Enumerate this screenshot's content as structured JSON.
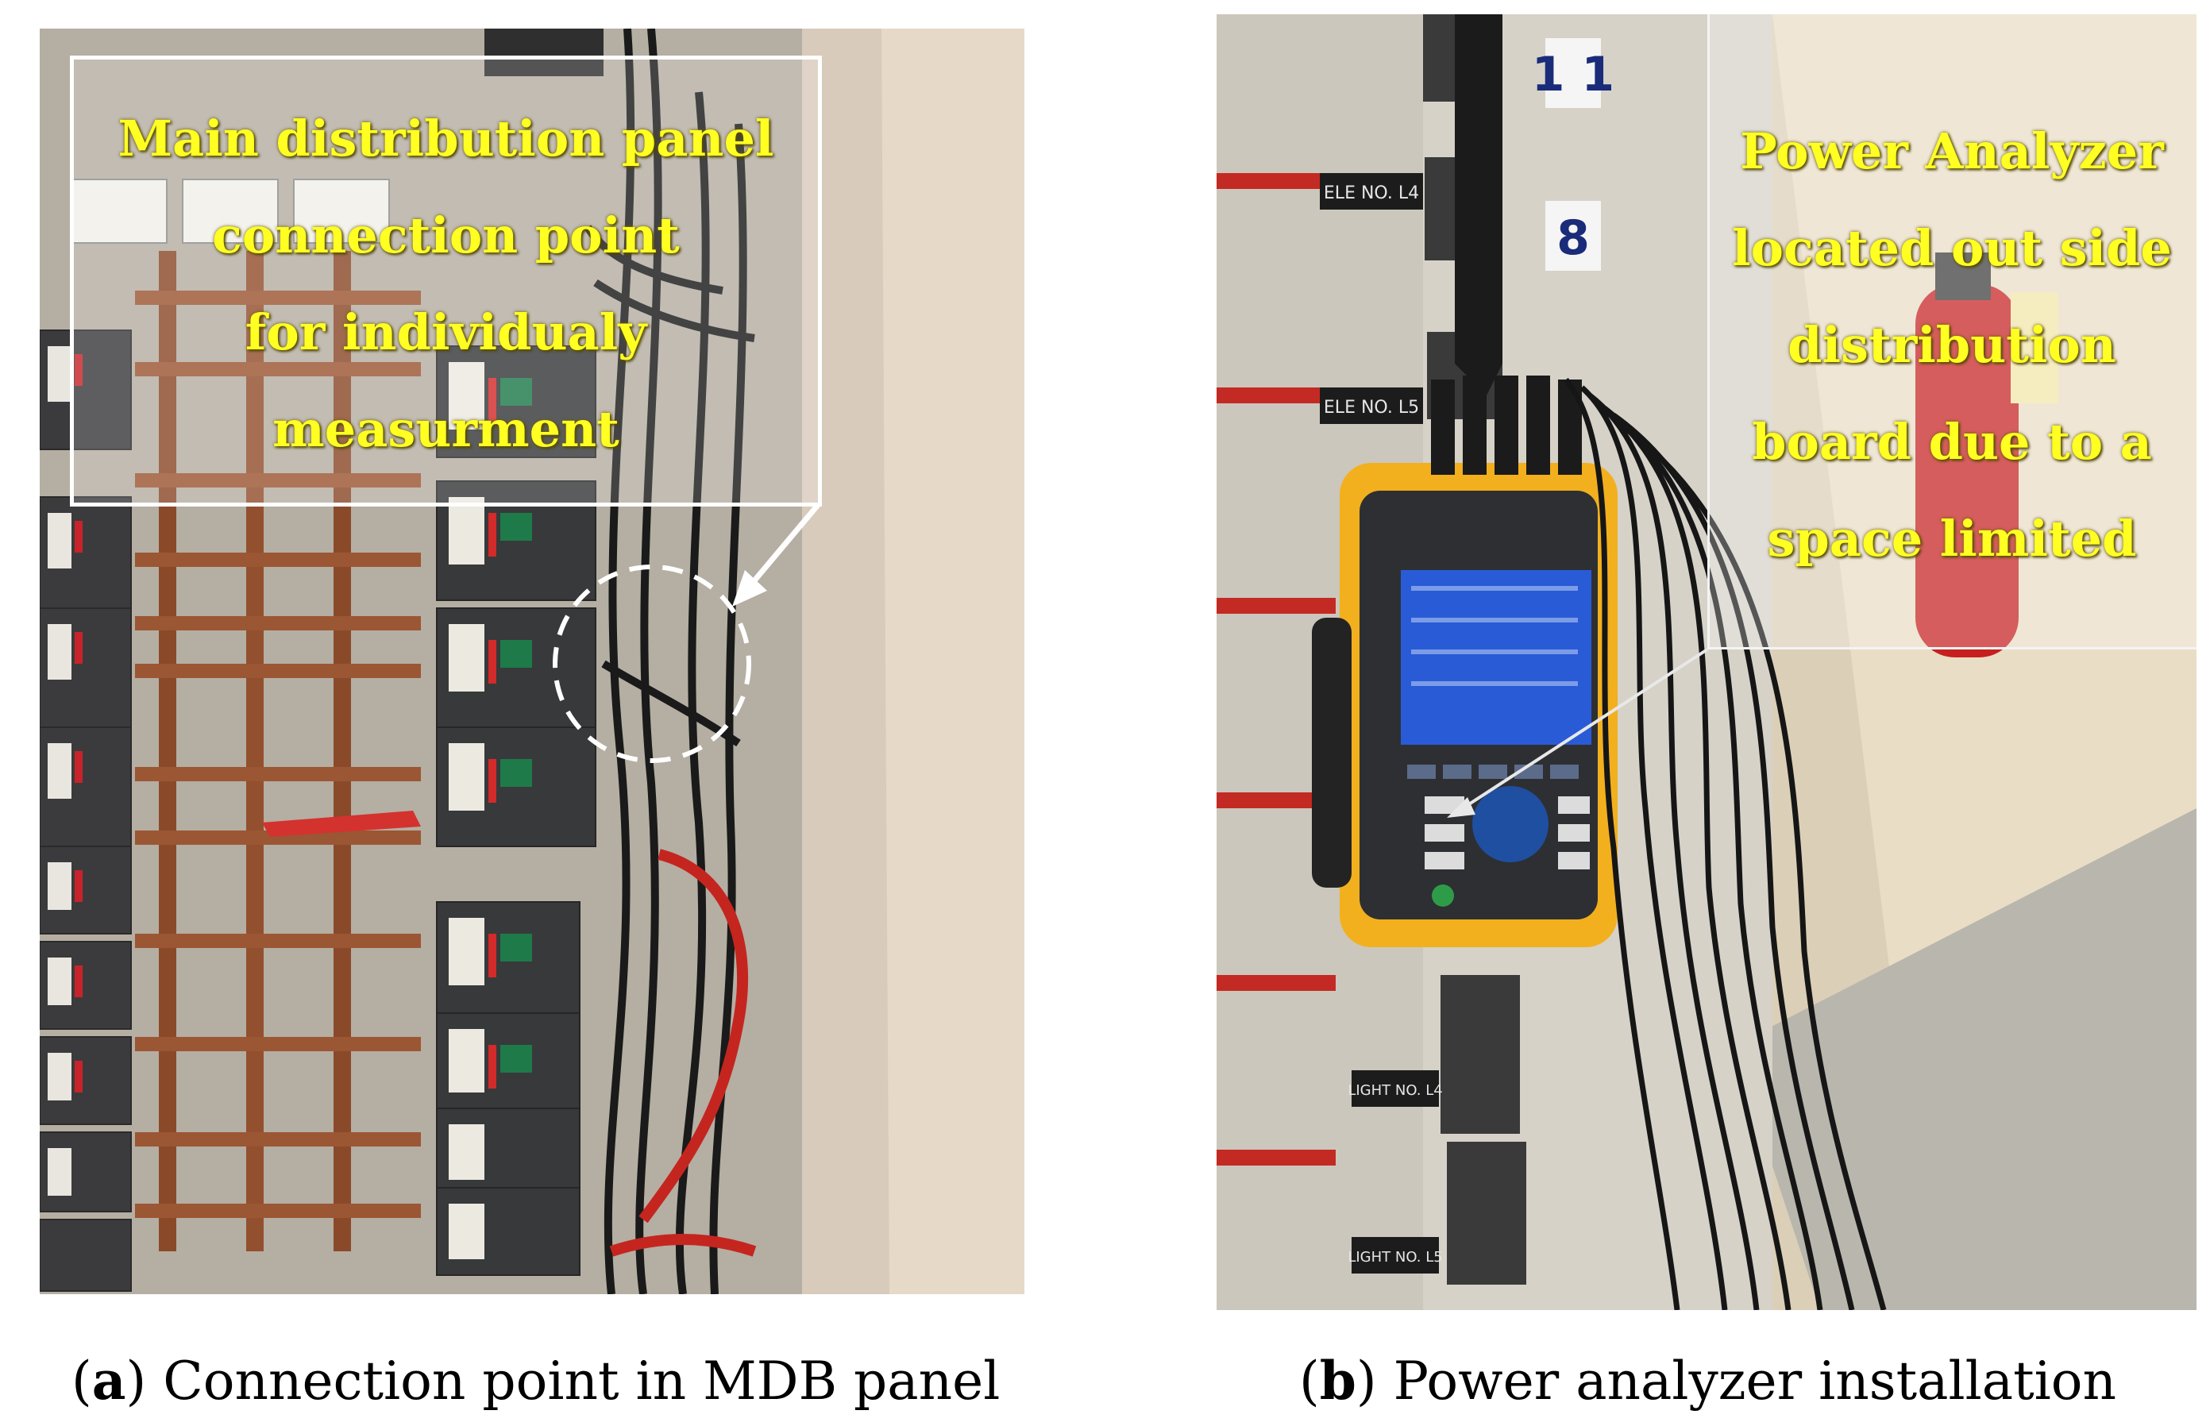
{
  "panel_a": {
    "callout_lines": [
      "Main distribution panel",
      "connection point",
      "for individualy",
      "measurment"
    ],
    "caption_letter": "a",
    "caption_text": "Connection point in MDB panel"
  },
  "panel_b": {
    "callout_lines": [
      "Power Analyzer",
      "located out side",
      "distribution",
      "board due to a",
      "space limited"
    ],
    "caption_letter": "b",
    "caption_text": "Power analyzer installation",
    "slot_numbers": [
      "1 1",
      "8"
    ],
    "labels": [
      "ELE NO. L4",
      "ELE NO. L5",
      "LIGHT NO. L4",
      "LIGHT NO. L5"
    ]
  },
  "colors": {
    "callout_text": "#ffff22",
    "callout_border": "#ffffff",
    "analyzer_body": "#f2b01e",
    "analyzer_screen": "#2a5bd6"
  }
}
